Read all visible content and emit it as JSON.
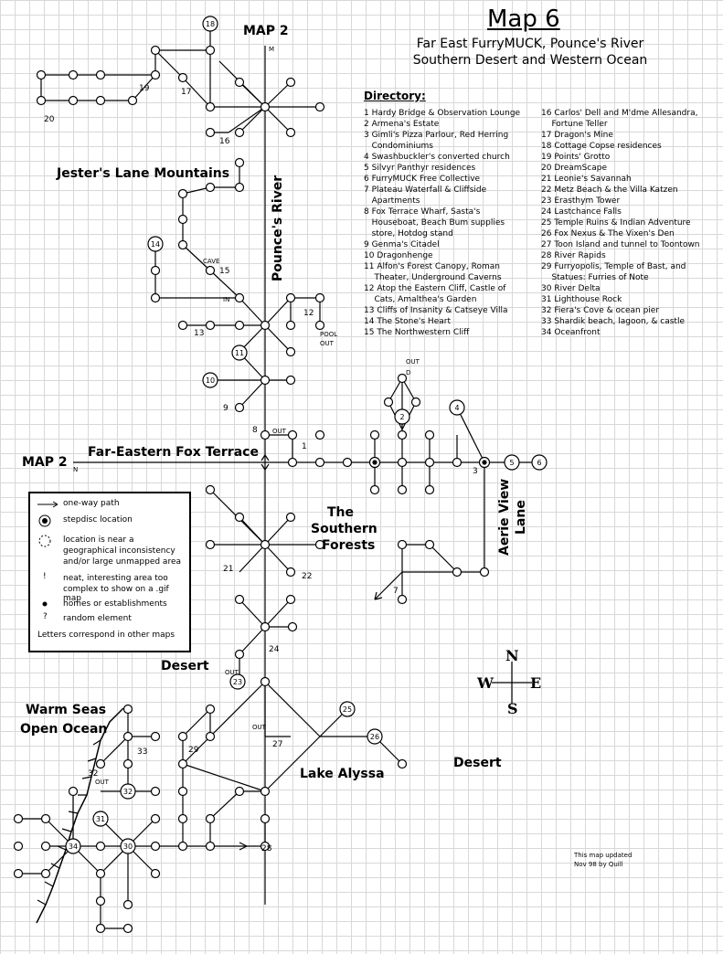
{
  "title": "Map 6",
  "subtitle_lines": [
    "Far East FurryMUCK, Pounce's River",
    "Southern Desert and Western Ocean"
  ],
  "map2_top": "MAP 2",
  "map2_left": "MAP 2",
  "compass": {
    "n": "N",
    "s": "S",
    "e": "E",
    "w": "W"
  },
  "area_labels": {
    "jesters": "Jester's Lane Mountains",
    "river": "Pounce's  River",
    "foxterrace": "Far-Eastern Fox Terrace",
    "forests": [
      "The",
      "Southern",
      "Forests"
    ],
    "aerie": [
      "Aerie View",
      "Lane"
    ],
    "desert_w": "Desert",
    "desert_e": "Desert",
    "warmseas": [
      "Warm Seas",
      "Open Ocean"
    ],
    "lake": "Lake Alyssa"
  },
  "directory_title": "Directory:",
  "directory_col1": [
    "1 Hardy Bridge & Observation Lounge",
    "2 Armena's Estate",
    "3 Gimli's Pizza Parlour, Red Herring",
    "   Condominiums",
    "4 Swashbuckler's converted church",
    "5 Silvyr Panthyr residences",
    "6 FurryMUCK Free Collective",
    "7 Plateau Waterfall & Cliffside",
    "   Apartments",
    "8 Fox Terrace Wharf, Sasta's",
    "   Houseboat, Beach Bum supplies",
    "   store, Hotdog stand",
    "9 Genma's Citadel",
    "10 Dragonhenge",
    "11 Alfon's Forest Canopy, Roman",
    "    Theater, Underground Caverns",
    "12 Atop the Eastern Cliff, Castle of",
    "    Cats, Amalthea's Garden",
    "13 Cliffs of Insanity & Catseye Villa",
    "14 The Stone's Heart",
    "15 The Northwestern Cliff"
  ],
  "directory_col2": [
    "16 Carlos' Dell and M'dme Allesandra,",
    "    Fortune Teller",
    "17 Dragon's Mine",
    "18 Cottage Copse residences",
    "19 Points' Grotto",
    "20 DreamScape",
    "21 Leonie's Savannah",
    "22 Metz Beach & the Villa Katzen",
    "23 Erasthym Tower",
    "24 Lastchance Falls",
    "25 Temple Ruins & Indian Adventure",
    "26 Fox Nexus & The Vixen's Den",
    "27 Toon Island and tunnel to Toontown",
    "28 River Rapids",
    "29 Furryopolis, Temple of Bast, and",
    "    Statues: Furries of Note",
    "30 River Delta",
    "31 Lighthouse Rock",
    "32 Fiera's Cove & ocean pier",
    "33 Shardik beach, lagoon, & castle",
    "34 Oceanfront"
  ],
  "legend": {
    "oneway": "one-way path",
    "stepdisc": "stepdisc location",
    "inconsistency": [
      "location is near a",
      "geographical inconsistency",
      "and/or large unmapped area"
    ],
    "neat": [
      "neat, interesting area too",
      "complex to show on a .gif map"
    ],
    "homes": "homes or establishments",
    "random": "random element",
    "letters": "Letters correspond in other maps"
  },
  "updated": [
    "This map updated",
    "Nov 98 by Quill"
  ],
  "node_numbers": {
    "n18": "18",
    "n14": "14",
    "n11": "11",
    "n10": "10",
    "n2": "2",
    "n4": "4",
    "n5": "5",
    "n6": "6",
    "n23": "23",
    "n25": "25",
    "n26": "26",
    "n31": "31",
    "n34": "34",
    "n30": "30",
    "n32": "32"
  },
  "point_labels": {
    "l17": "17",
    "l19": "19",
    "l20": "20",
    "l16": "16",
    "l15": "15",
    "l13": "13",
    "l12": "12",
    "l9": "9",
    "l8": "8",
    "l1": "1",
    "l3": "3",
    "l7": "7",
    "l21": "21",
    "l22": "22",
    "l24": "24",
    "l27": "27",
    "l29": "29",
    "l33": "33",
    "l28": "28",
    "l32a": "32"
  },
  "letters": {
    "M": "M",
    "N": "N",
    "D": "D",
    "U": "U",
    "CAVE": "CAVE",
    "IN": "IN",
    "OUT": "OUT",
    "POOL": "POOL"
  },
  "colors": {
    "grid": "#d8d8d8",
    "ink": "#000000"
  }
}
